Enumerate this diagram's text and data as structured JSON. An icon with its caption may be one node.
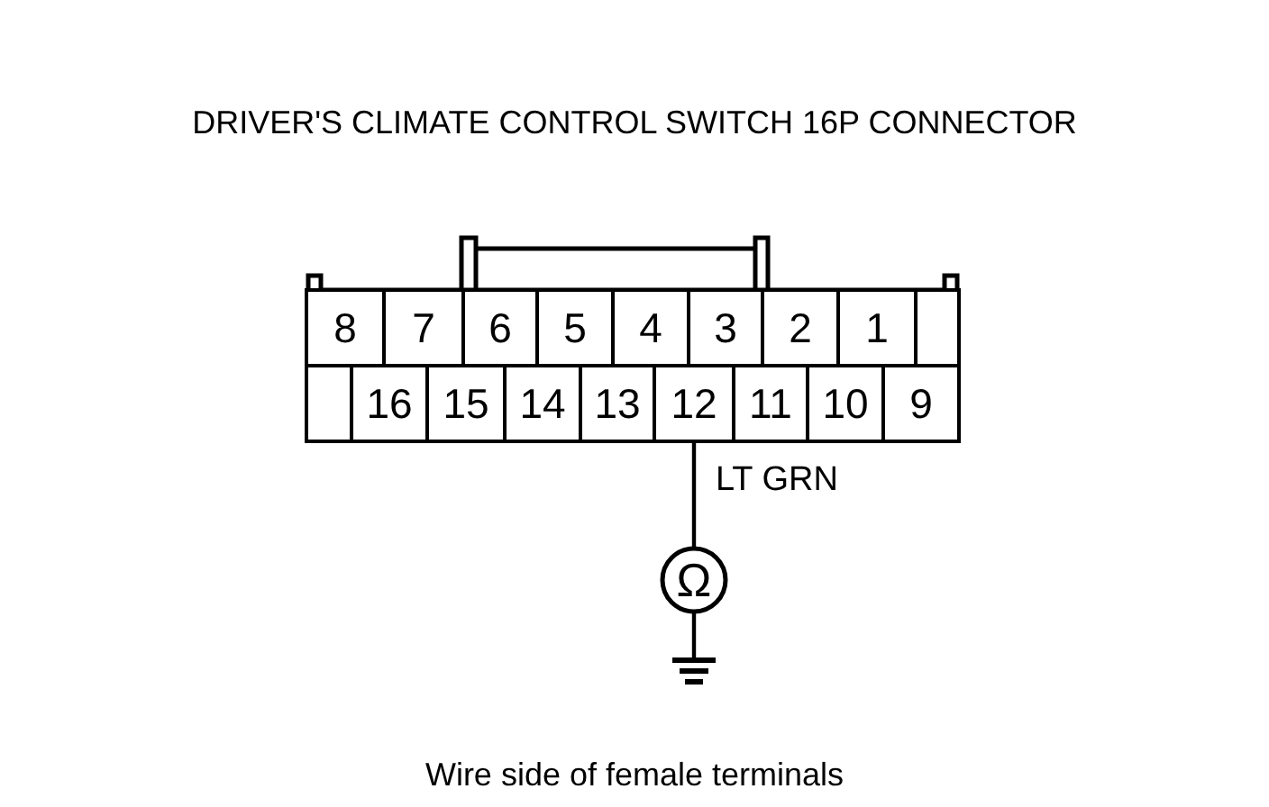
{
  "diagram": {
    "title": "DRIVER'S CLIMATE CONTROL SWITCH 16P CONNECTOR",
    "caption": "Wire side of female terminals",
    "nodes": [
      {
        "text": [],
        "shape": "connector"
      },
      {
        "text": [
          "8"
        ],
        "in": 0
      },
      {
        "text": [
          "7"
        ],
        "in": 0
      },
      {
        "text": [
          "6"
        ],
        "in": 0
      },
      {
        "text": [
          "5"
        ],
        "in": 0
      },
      {
        "text": [
          "4"
        ],
        "in": 0
      },
      {
        "text": [
          "3"
        ],
        "in": 0
      },
      {
        "text": [
          "2"
        ],
        "in": 0
      },
      {
        "text": [
          "1"
        ],
        "in": 0
      },
      {
        "text": [],
        "shape": "box",
        "in": 0
      },
      {
        "text": [],
        "shape": "box",
        "in": 0
      },
      {
        "text": [
          "16"
        ],
        "in": 0
      },
      {
        "text": [
          "15"
        ],
        "in": 0
      },
      {
        "text": [
          "14"
        ],
        "in": 0
      },
      {
        "text": [
          "13"
        ],
        "in": 0
      },
      {
        "text": [
          "12"
        ],
        "in": 0
      },
      {
        "text": [
          "11"
        ],
        "in": 0
      },
      {
        "text": [
          "10"
        ],
        "in": 0
      },
      {
        "text": [
          "9"
        ],
        "in": 0
      },
      {
        "text": [
          "Ω"
        ]
      },
      {
        "text": [],
        "shape": "ground"
      }
    ],
    "edges": [
      {
        "from": 15,
        "to": 19,
        "arrow": "none",
        "label": "LT GRN"
      },
      {
        "from": 19,
        "to": 20,
        "arrow": "none"
      }
    ]
  }
}
